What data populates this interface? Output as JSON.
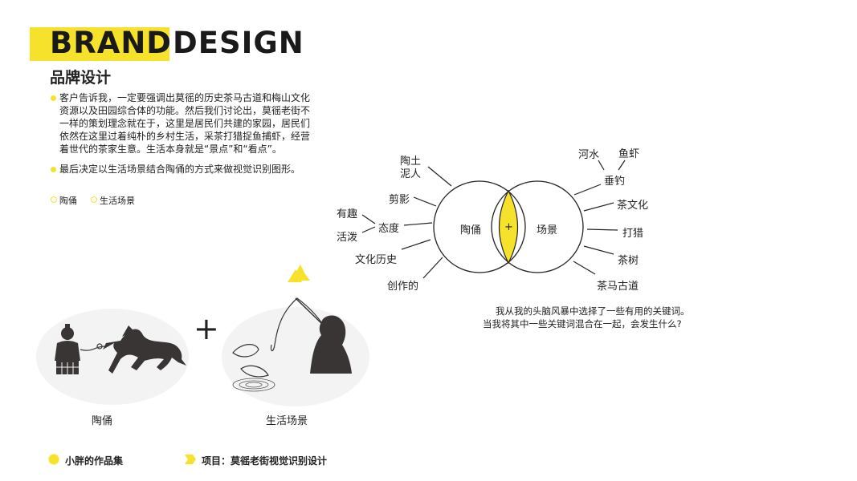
{
  "header": {
    "title_word1": "BRAND",
    "title_word2": "DESIGN",
    "subtitle": "品牌设计"
  },
  "bullets": [
    "客户告诉我，一定要强调出莫徭的历史茶马古道和梅山文化资源以及田园综合体的功能。然后我们讨论出，莫徭老街不一样的策划理念就在于，这里是居民们共建的家园，居民们依然在这里过着纯朴的乡村生活，采茶打猎捉鱼捕虾，经营着世代的茶家生意。生活本身就是“景点”和“看点”。",
    "最后决定以生活场景结合陶俑的方式来做视觉识别图形。"
  ],
  "legend": [
    "陶俑",
    "生活场景"
  ],
  "diagram": {
    "left_circle": "陶俑",
    "right_circle": "场景",
    "center": "+",
    "left_keywords": [
      "陶土\n泥人",
      "剪影",
      "态度",
      "有趣",
      "活泼",
      "文化历史",
      "创作的"
    ],
    "right_keywords": [
      "河水",
      "鱼虾",
      "垂钓",
      "茶文化",
      "打猎",
      "茶树",
      "茶马古道"
    ]
  },
  "note": [
    "我从我的头脑风暴中选择了一些有用的关键词。",
    "当我将其中一些关键词混合在一起，会发生什么?"
  ],
  "illustrations": {
    "plus": "+",
    "caption_left": "陶俑",
    "caption_right": "生活场景"
  },
  "footer": {
    "portfolio": "小胖的作品集",
    "project": "项目：莫徭老街视觉识别设计"
  },
  "colors": {
    "accent": "#f7e22b",
    "ink": "#3a3535"
  }
}
